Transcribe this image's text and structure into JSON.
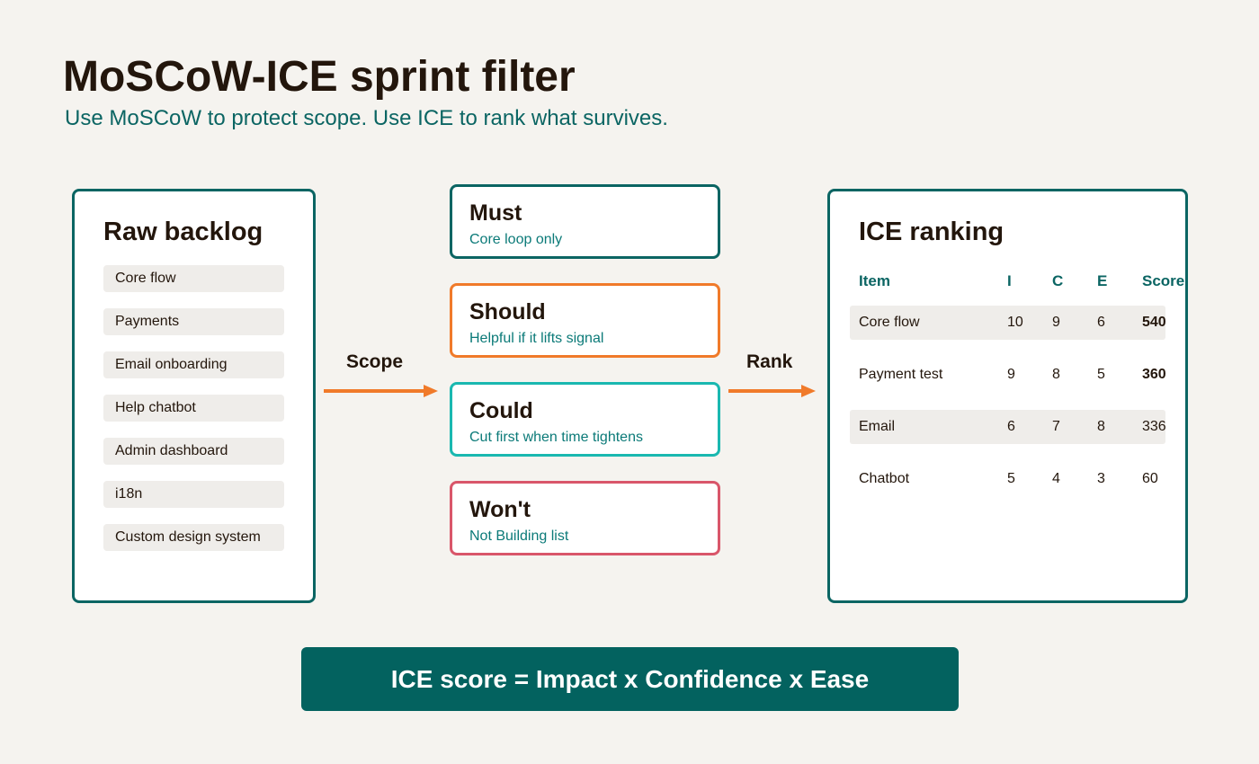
{
  "header": {
    "title": "MoSCoW-ICE sprint filter",
    "subtitle": "Use MoSCoW to protect scope. Use ICE to rank what survives."
  },
  "backlog": {
    "title": "Raw backlog",
    "items": [
      "Core flow",
      "Payments",
      "Email onboarding",
      "Help chatbot",
      "Admin dashboard",
      "i18n",
      "Custom design system"
    ]
  },
  "flow": {
    "scope_label": "Scope",
    "rank_label": "Rank"
  },
  "buckets": [
    {
      "name": "Must",
      "desc": "Core loop only",
      "color": "#0b6563"
    },
    {
      "name": "Should",
      "desc": "Helpful if it lifts signal",
      "color": "#f07a2a"
    },
    {
      "name": "Could",
      "desc": "Cut first when time tightens",
      "color": "#1ab8b0"
    },
    {
      "name": "Won't",
      "desc": "Not Building list",
      "color": "#d9566a"
    }
  ],
  "ice": {
    "title": "ICE ranking",
    "headers": [
      "Item",
      "I",
      "C",
      "E",
      "Score"
    ],
    "rows": [
      {
        "item": "Core flow",
        "i": "10",
        "c": "9",
        "e": "6",
        "score": "540",
        "score_bold": true
      },
      {
        "item": "Payment test",
        "i": "9",
        "c": "8",
        "e": "5",
        "score": "360",
        "score_bold": true
      },
      {
        "item": "Email",
        "i": "6",
        "c": "7",
        "e": "8",
        "score": "336",
        "score_bold": false
      },
      {
        "item": "Chatbot",
        "i": "5",
        "c": "4",
        "e": "3",
        "score": "60",
        "score_bold": false
      }
    ]
  },
  "formula": "ICE score = Impact x Confidence x Ease",
  "colors": {
    "accent": "#0b6563",
    "arrow": "#f07a2a",
    "background": "#f5f3ef"
  }
}
